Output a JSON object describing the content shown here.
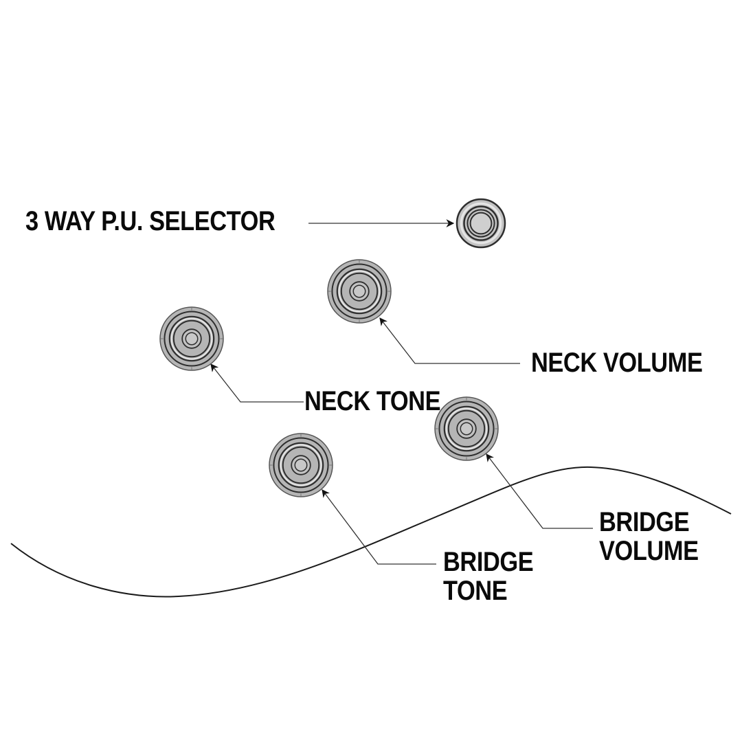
{
  "diagram": {
    "title": "Guitar control layout",
    "colors": {
      "background": "#ffffff",
      "knob_fill": "#b5b5b5",
      "knob_ring": "#2e2e2e",
      "knob_highlight": "#e6e6e6",
      "ink": "#111111",
      "leader": "#333333"
    },
    "controls": [
      {
        "id": "selector",
        "label_lines": [
          "3 WAY P.U. SELECTOR"
        ],
        "kind": "switch"
      },
      {
        "id": "neck-volume",
        "label_lines": [
          "NECK VOLUME"
        ],
        "kind": "knob"
      },
      {
        "id": "neck-tone",
        "label_lines": [
          "NECK TONE"
        ],
        "kind": "knob"
      },
      {
        "id": "bridge-volume",
        "label_lines": [
          "BRIDGE",
          "VOLUME"
        ],
        "kind": "knob"
      },
      {
        "id": "bridge-tone",
        "label_lines": [
          "BRIDGE",
          "TONE"
        ],
        "kind": "knob"
      }
    ]
  }
}
